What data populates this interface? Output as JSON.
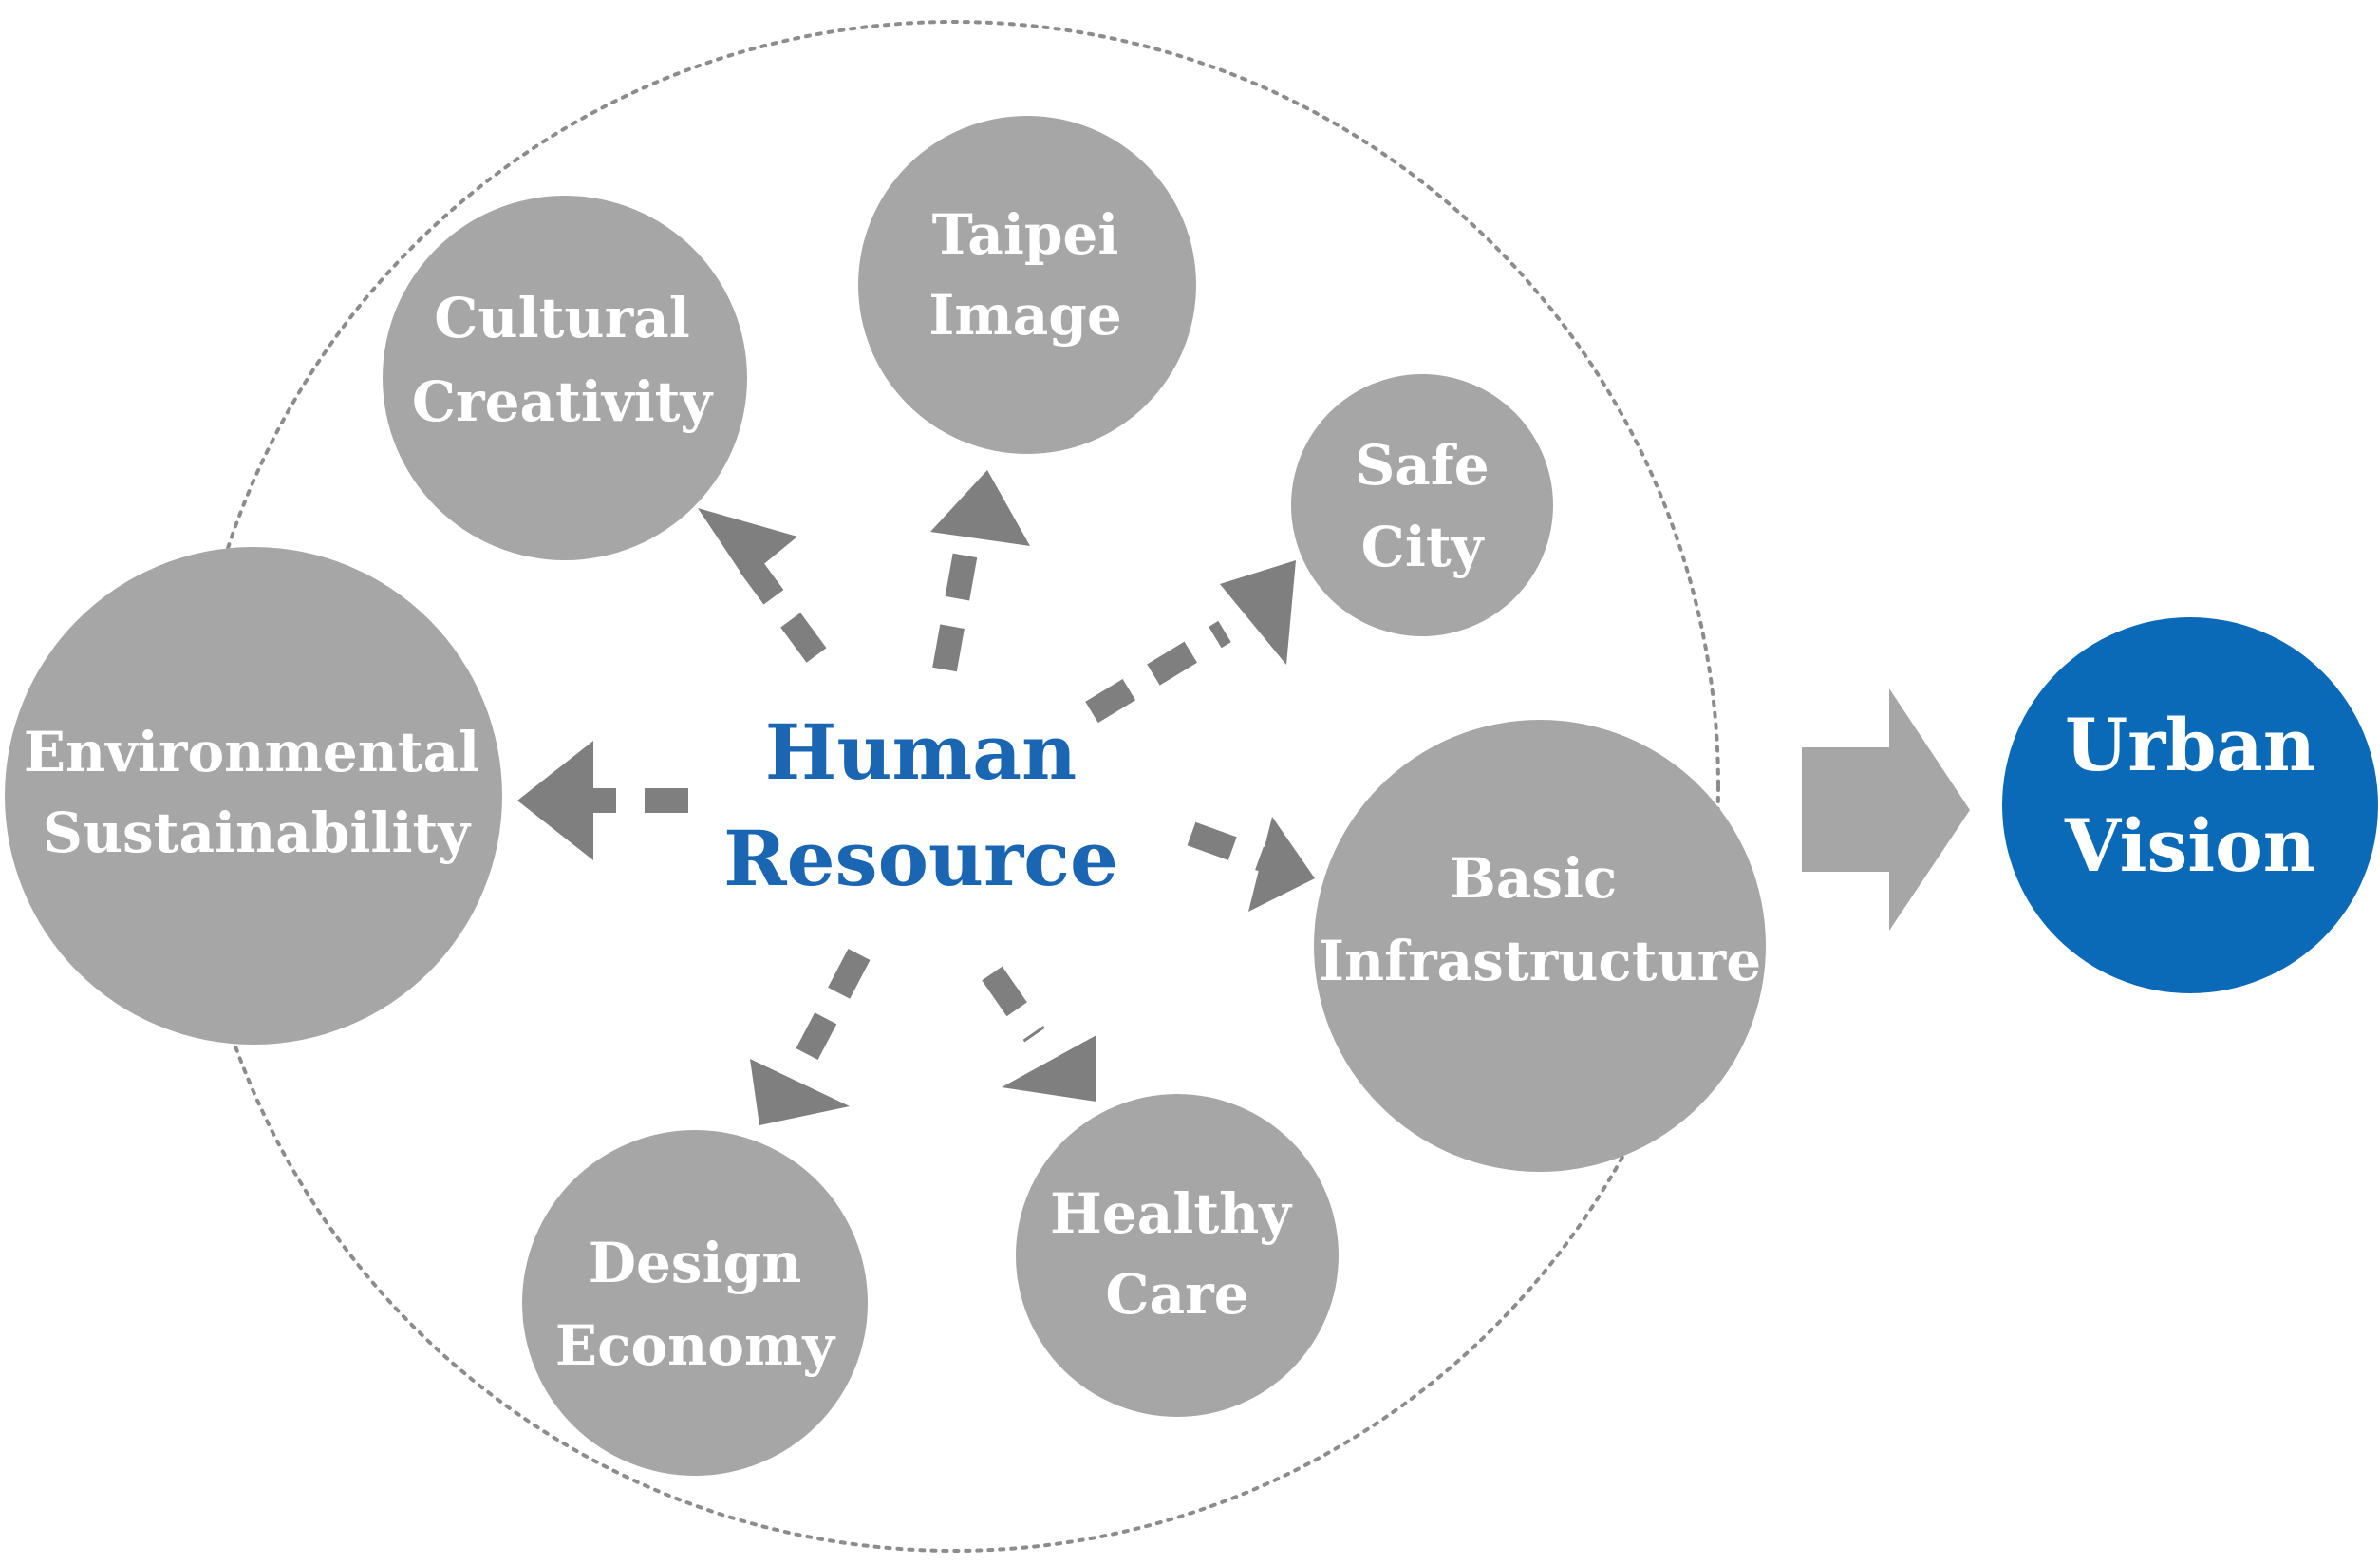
{
  "hub": {
    "line1": "Human",
    "line2": "Resource",
    "color": "#1a66b3"
  },
  "nodes": {
    "cultural_creativity": {
      "line1": "Cultural",
      "line2": "Creativity"
    },
    "taipei_image": {
      "line1": "Taipei",
      "line2": "Image"
    },
    "safe_city": {
      "line1": "Safe",
      "line2": "City"
    },
    "environmental_sustainability": {
      "line1": "Environmental",
      "line2": "Sustainability"
    },
    "basic_infrastructure": {
      "line1": "Basic",
      "line2": "Infrastructure"
    },
    "design_economy": {
      "line1": "Design",
      "line2": "Economy"
    },
    "healthy_care": {
      "line1": "Healthy",
      "line2": "Care"
    }
  },
  "outcome": {
    "line1": "Urban",
    "line2": "Vision",
    "color": "#0b6ab8"
  },
  "colors": {
    "node_fill": "#a6a6a6",
    "arrow": "#7f7f7f",
    "boundary": "#8c8c8c"
  }
}
